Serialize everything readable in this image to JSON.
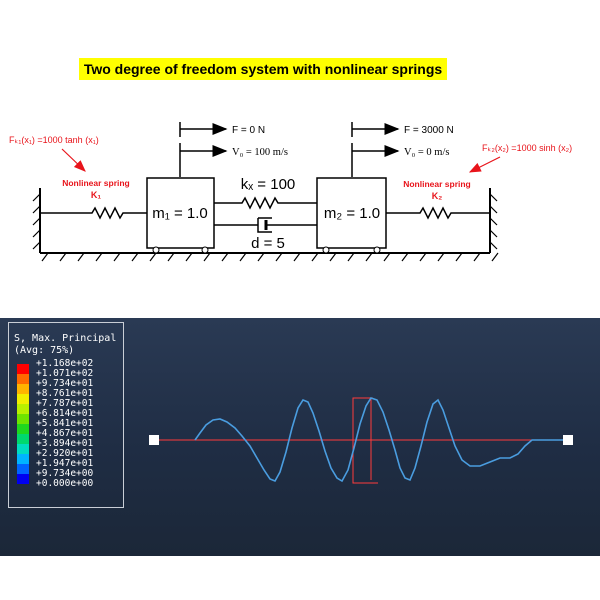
{
  "diagram": {
    "title": "Two degree of freedom system with nonlinear springs",
    "mass1": {
      "force_label": "F = 0 N",
      "velocity_label": "V₀ = 100 m/s",
      "mass_label": "m₁ = 1.0"
    },
    "mass2": {
      "force_label": "F = 3000 N",
      "velocity_label": "V₀ = 0 m/s",
      "mass_label": "m₂ = 1.0"
    },
    "coupling_spring_label": "kₓ = 100",
    "damper_label": "d = 5",
    "spring1": {
      "title": "Nonlinear spring",
      "symbol": "K₁",
      "equation": "Fₖ₁(x₁) =1000 tanh (x₁)"
    },
    "spring2": {
      "title": "Nonlinear spring",
      "symbol": "K₂",
      "equation": "Fₖ₂(x₂) =1000 sinh (x₂)"
    },
    "annotation_color": "#e8141b"
  },
  "legend": {
    "title_line1": "S, Max. Principal",
    "title_line2": "(Avg: 75%)",
    "values": [
      "+1.168e+02",
      "+1.071e+02",
      "+9.734e+01",
      "+8.761e+01",
      "+7.787e+01",
      "+6.814e+01",
      "+5.841e+01",
      "+4.867e+01",
      "+3.894e+01",
      "+2.920e+01",
      "+1.947e+01",
      "+9.734e+00",
      "+0.000e+00"
    ],
    "colors": [
      "#ff0000",
      "#ff6a00",
      "#ffb400",
      "#f2ee00",
      "#b9f000",
      "#6ee400",
      "#1ed81e",
      "#00d86e",
      "#00dcc0",
      "#00b4ff",
      "#0064ff",
      "#0000f0"
    ]
  },
  "simulation": {
    "wave_color": "#4a9de0",
    "axis_color": "#ff3b3b",
    "node_color": "#ffffff"
  }
}
